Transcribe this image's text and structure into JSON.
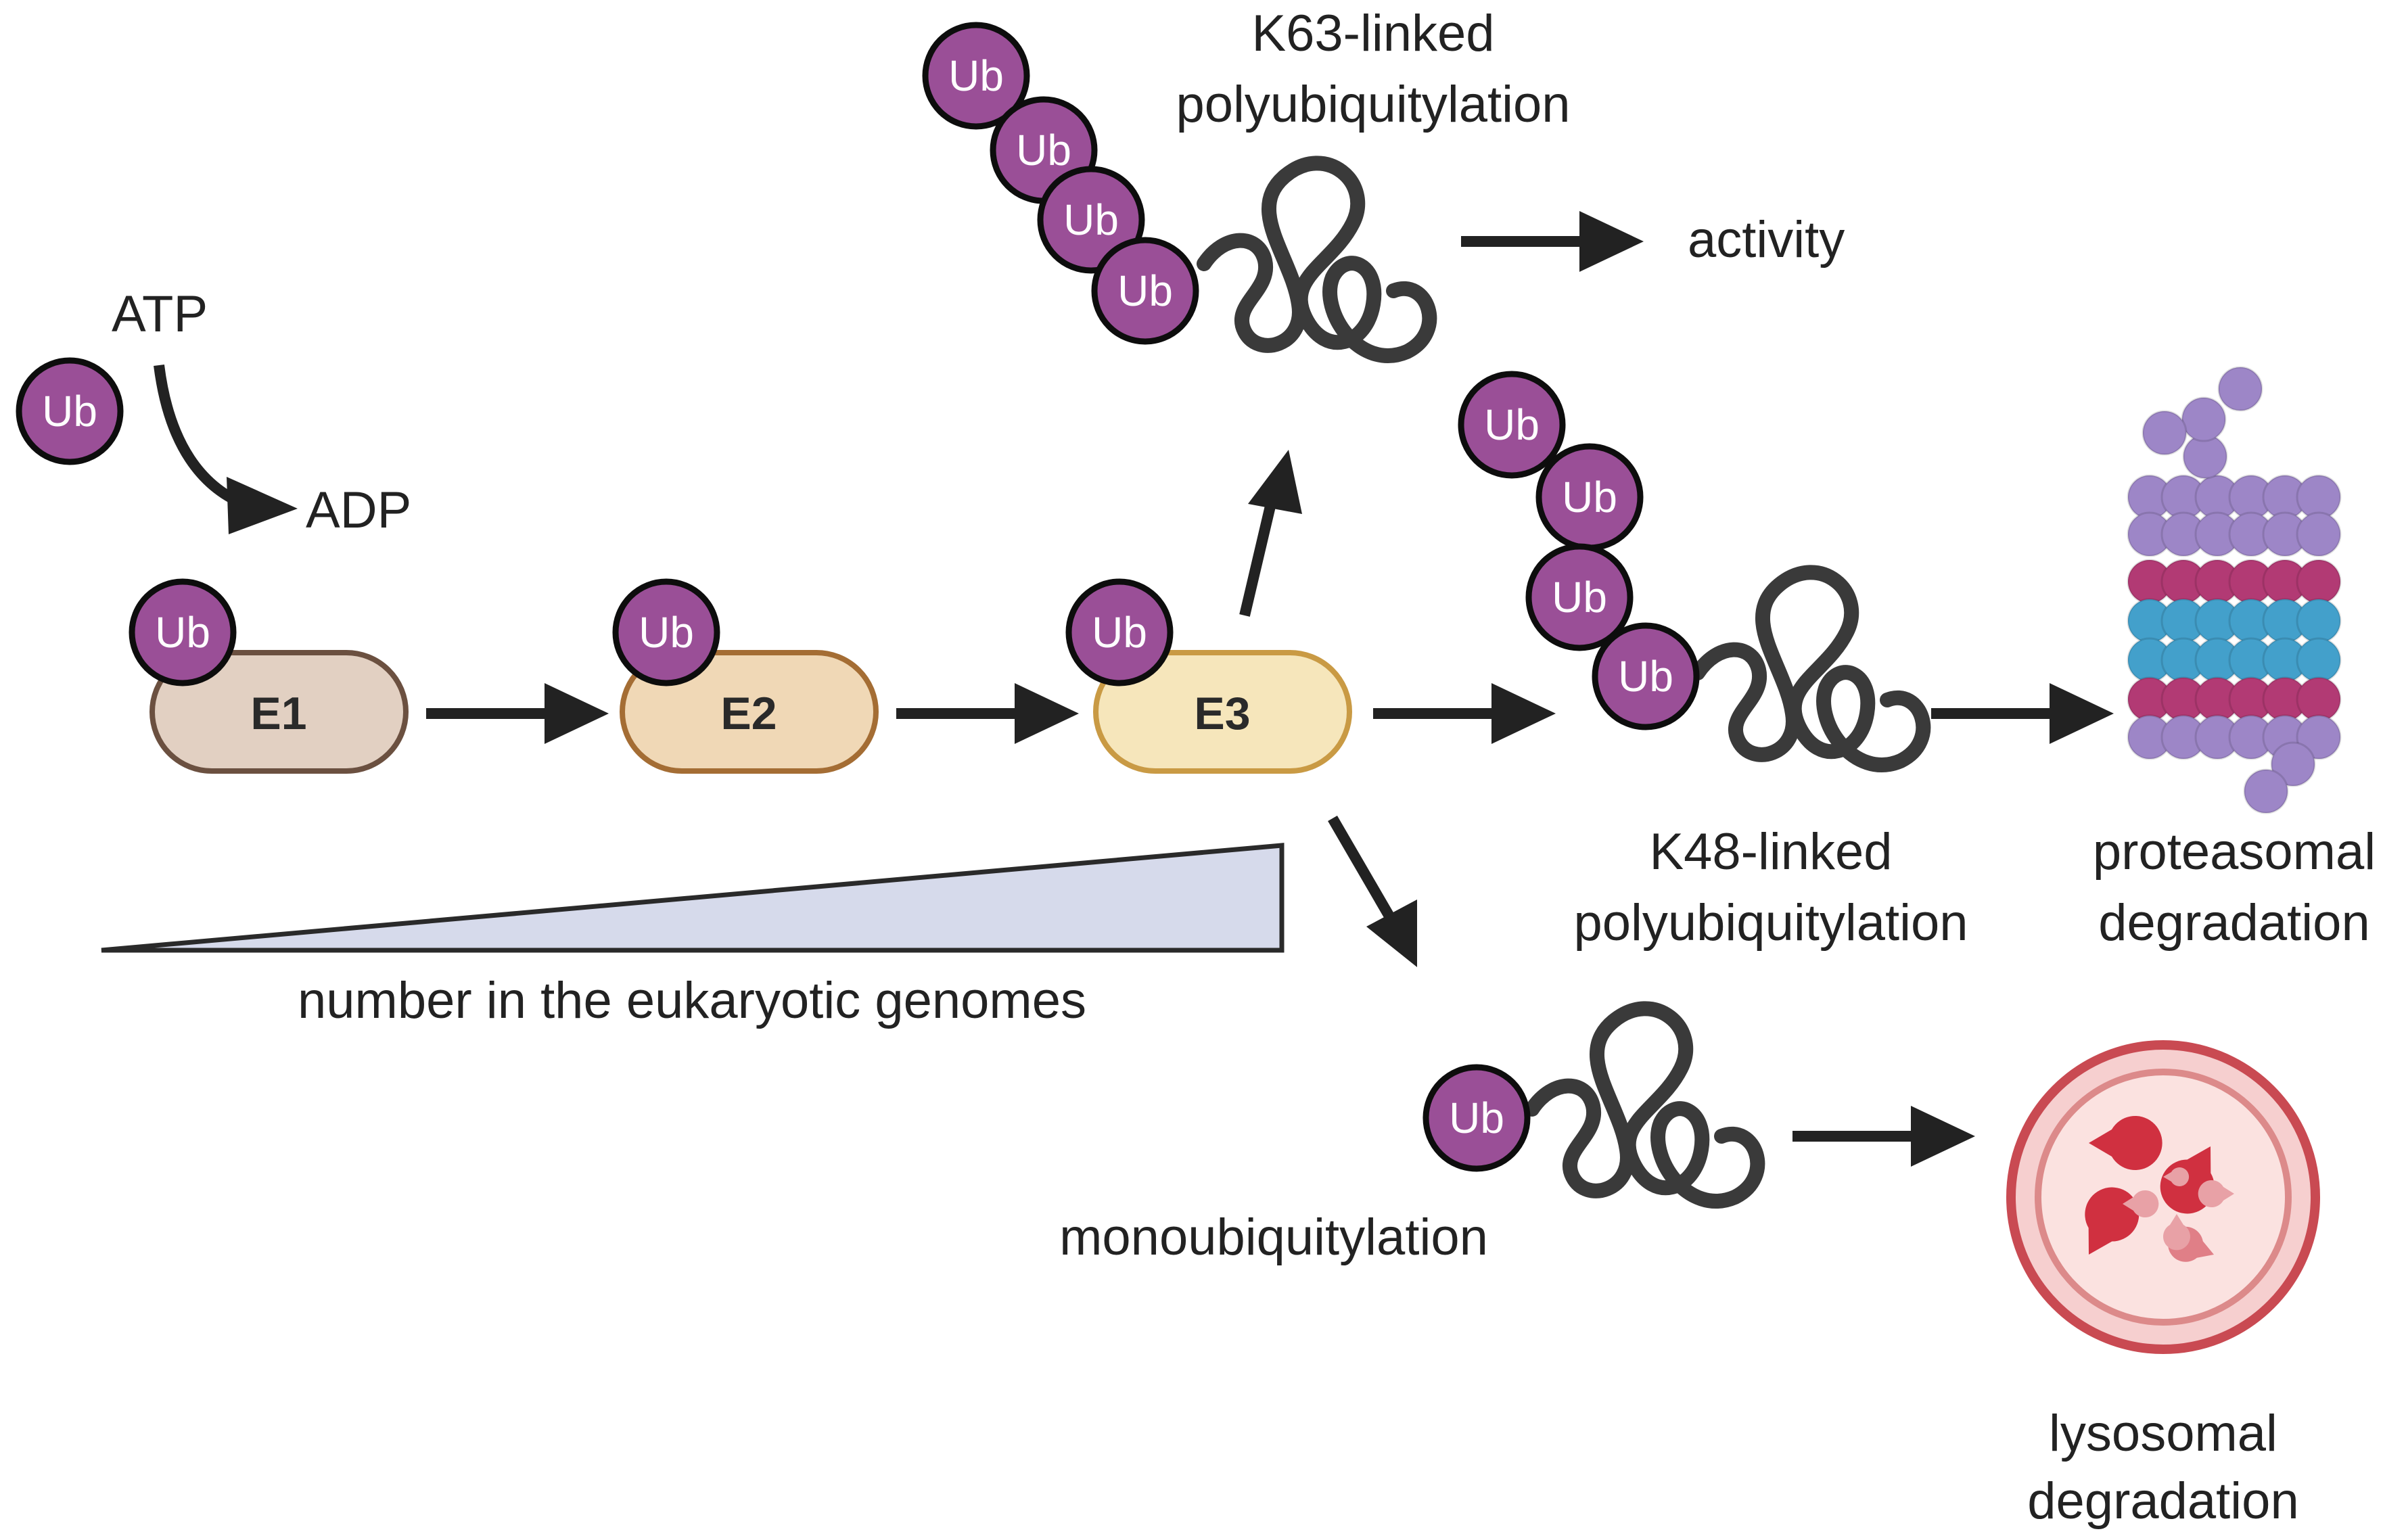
{
  "ubiquitin_label": "Ub",
  "labels": {
    "atp": "ATP",
    "adp": "ADP",
    "k63": [
      "K63-linked",
      "polyubiquitylation"
    ],
    "activity": "activity",
    "k48": [
      "K48-linked",
      "polyubiquitylation"
    ],
    "proteasomal": [
      "proteasomal",
      "degradation"
    ],
    "mono": "monoubiquitylation",
    "lysosomal": [
      "lysosomal",
      "degradation"
    ],
    "genome_count": "number in the eukaryotic genomes"
  },
  "enzymes": [
    {
      "label": "E1",
      "fill": "#e2d0c2",
      "stroke": "#6b5040"
    },
    {
      "label": "E2",
      "fill": "#f0d8b6",
      "stroke": "#a46d34"
    },
    {
      "label": "E3",
      "fill": "#f6e6bb",
      "stroke": "#c99a44"
    }
  ],
  "colors": {
    "ubiquitin": "#9a4f97",
    "protein": "#3a3a3a",
    "arrow": "#222222",
    "wedge": "#d6daeb",
    "proteasome_cap": "#9d86c7",
    "proteasome_alpha": "#b23a74",
    "proteasome_beta": "#43a0cb",
    "lysosome": "#d2636b"
  }
}
